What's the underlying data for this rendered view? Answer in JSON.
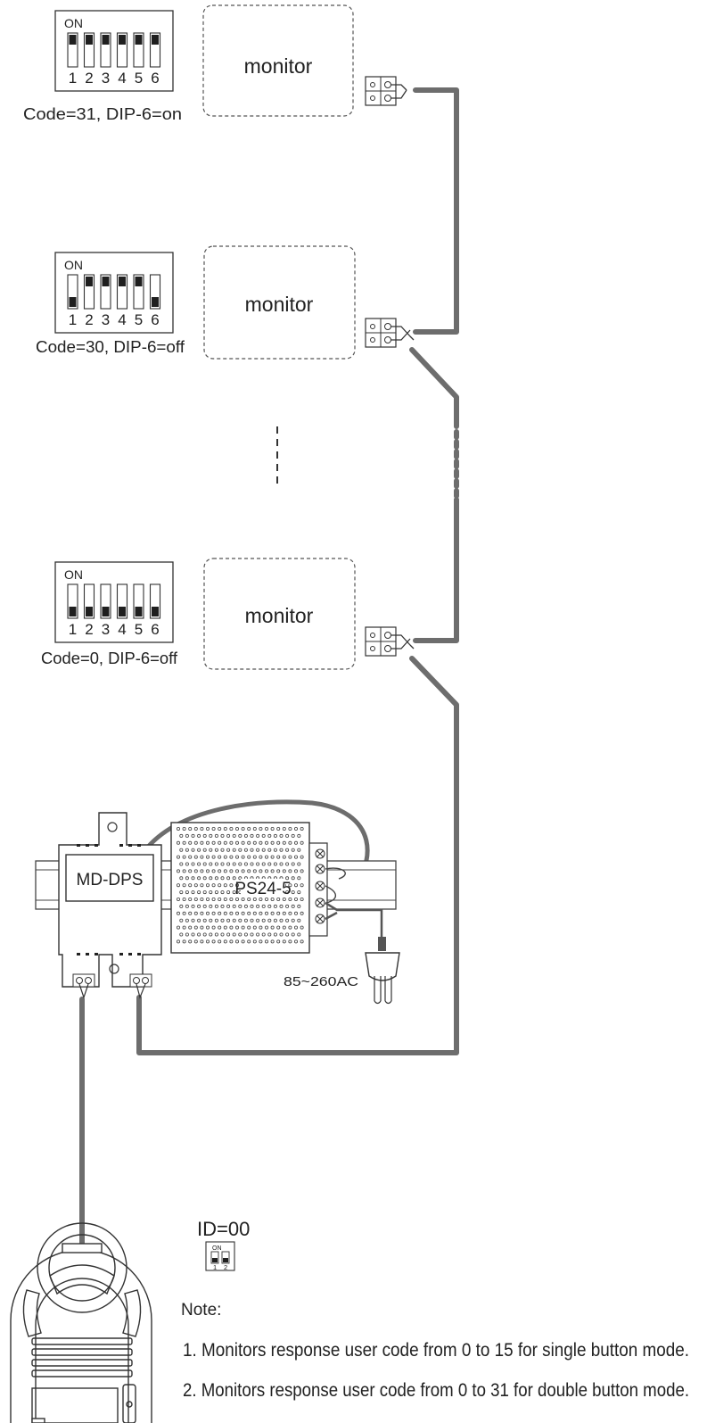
{
  "monitors": [
    {
      "label": "monitor",
      "code_label": "Code=31, DIP-6=on",
      "dip_on": [
        true,
        true,
        true,
        true,
        true,
        true
      ]
    },
    {
      "label": "monitor",
      "code_label": "Code=30, DIP-6=off",
      "dip_on": [
        false,
        true,
        true,
        true,
        true,
        false
      ]
    },
    {
      "label": "monitor",
      "code_label": "Code=0, DIP-6=off",
      "dip_on": [
        false,
        false,
        false,
        false,
        false,
        false
      ]
    }
  ],
  "dip_switch": {
    "on_label": "ON",
    "numbers": [
      "1",
      "2",
      "3",
      "4",
      "5",
      "6"
    ]
  },
  "power": {
    "distributor_label": "MD-DPS",
    "supply_label": "PS24-5",
    "ac_label": "85~260AC"
  },
  "door_station": {
    "id_label": "ID=00",
    "dip_on_label": "ON",
    "dip_numbers": [
      "1",
      "2"
    ]
  },
  "notes": {
    "heading": "Note:",
    "items": [
      "1.  Monitors response user code from 0 to 15 for single button mode.",
      "2.  Monitors response user code from 0 to 31 for double button mode."
    ]
  },
  "colors": {
    "cable": "#6d6d6d",
    "line": "#333333",
    "fill_dark": "#1f1f1f"
  }
}
